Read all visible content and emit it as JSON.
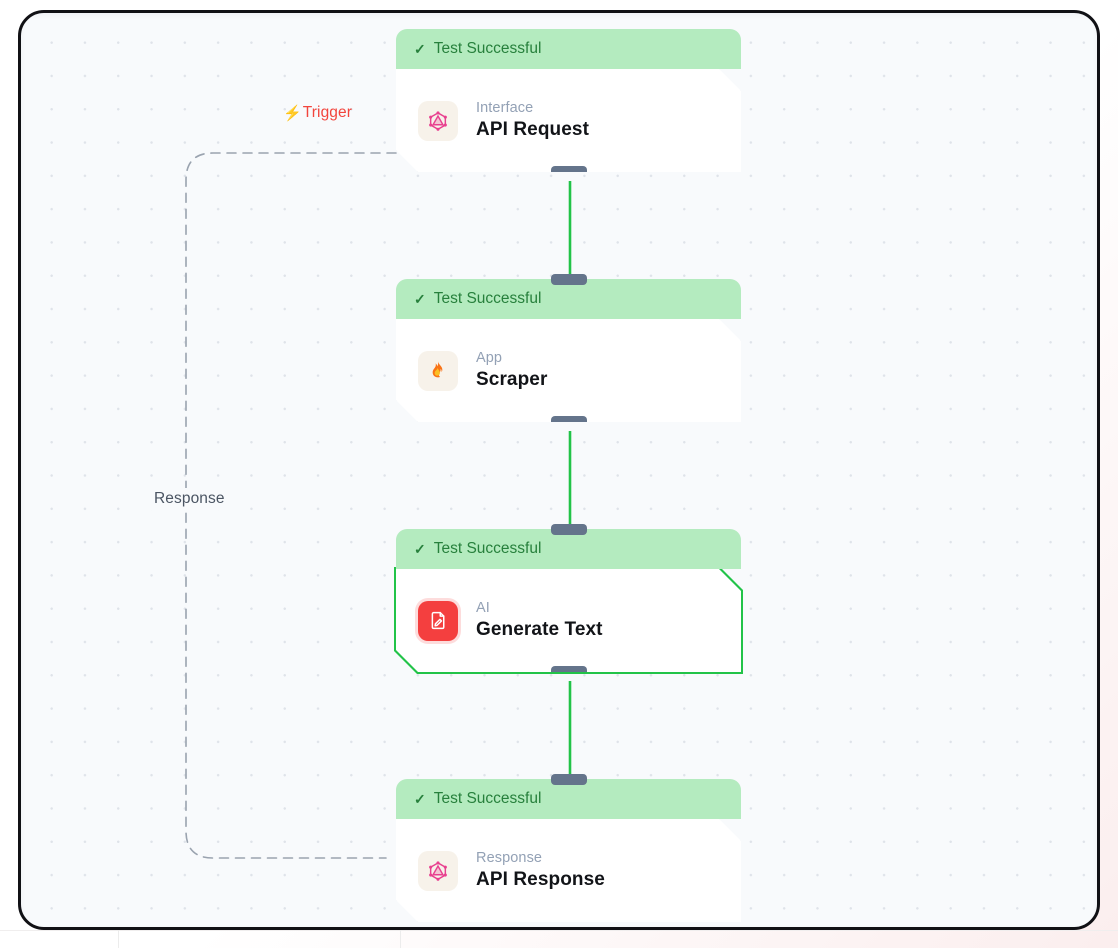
{
  "canvas": {
    "grid": "dotted",
    "background_color": "#f8fafc",
    "frame_color": "#111115"
  },
  "labels": {
    "trigger": {
      "text": "Trigger",
      "icon": "lightning-bolt-icon",
      "glyph": "⚡",
      "color": "#f2453d"
    },
    "response": {
      "text": "Response",
      "color": "#4b5563"
    }
  },
  "status_text": "Test Successful",
  "status_check_glyph": "✓",
  "colors": {
    "status_bg": "#b4ebbf",
    "status_fg": "#27803c",
    "edge_green": "#22c348",
    "handle": "#64748b",
    "selected_outline": "#22c348",
    "category_text": "#93a1b5",
    "title_text": "#121418"
  },
  "nodes": [
    {
      "id": "api-request",
      "status": "Test Successful",
      "category": "Interface",
      "title": "API Request",
      "icon": "graphql-icon",
      "icon_tint": "cream",
      "selected": false,
      "has_top_handle": false,
      "has_bottom_handle": true
    },
    {
      "id": "scraper",
      "status": "Test Successful",
      "category": "App",
      "title": "Scraper",
      "icon": "flame-icon",
      "icon_tint": "cream",
      "selected": false,
      "has_top_handle": true,
      "has_bottom_handle": true
    },
    {
      "id": "generate-text",
      "status": "Test Successful",
      "category": "AI",
      "title": "Generate Text",
      "icon": "document-edit-icon",
      "icon_tint": "red",
      "selected": true,
      "has_top_handle": true,
      "has_bottom_handle": true
    },
    {
      "id": "api-response",
      "status": "Test Successful",
      "category": "Response",
      "title": "API Response",
      "icon": "graphql-icon",
      "icon_tint": "cream",
      "selected": false,
      "has_top_handle": true,
      "has_bottom_handle": false
    }
  ]
}
